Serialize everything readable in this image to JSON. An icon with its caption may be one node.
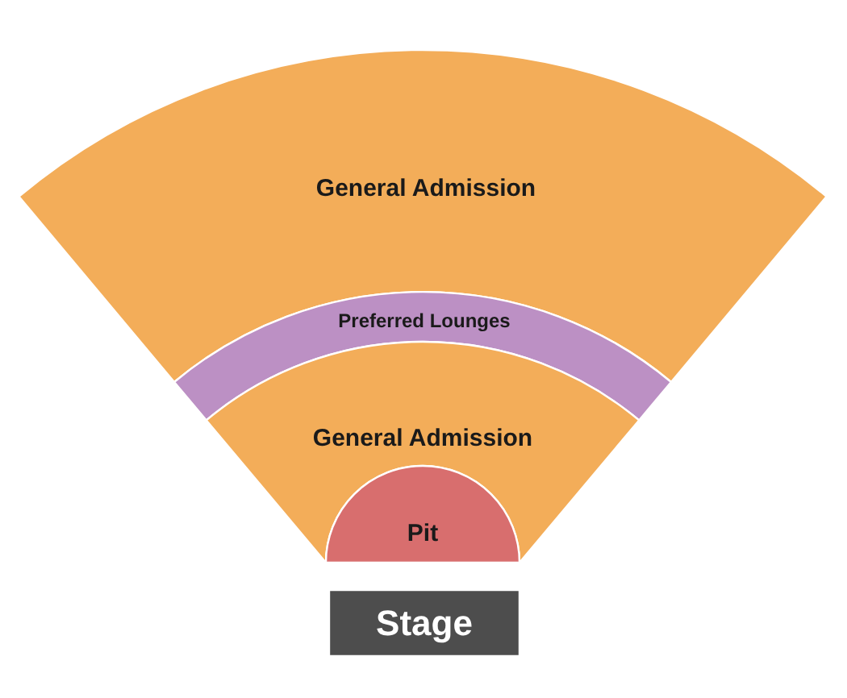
{
  "diagram": {
    "nodes": [
      {
        "text": [
          "General Admission"
        ]
      },
      {
        "text": [
          "Preferred Lounges"
        ]
      },
      {
        "text": [
          "General Admission"
        ]
      },
      {
        "text": [
          "Pit"
        ]
      },
      {
        "text": [
          "Stage"
        ]
      }
    ]
  }
}
